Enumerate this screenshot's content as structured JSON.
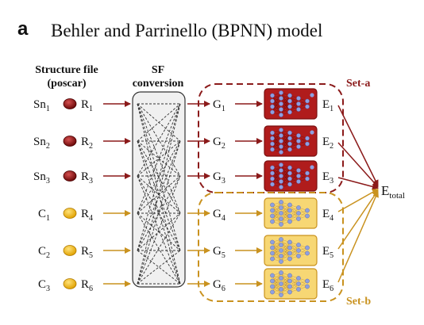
{
  "panel_letter": "a",
  "title": "Behler and Parrinello (BPNN) model",
  "headers": {
    "structure_line1": "Structure file",
    "structure_line2": "(poscar)",
    "sf_line1": "SF",
    "sf_line2": "conversion"
  },
  "atoms": [
    {
      "element": "Sn",
      "index": "1",
      "r_index": "1",
      "color": "#8b0e0e"
    },
    {
      "element": "Sn",
      "index": "2",
      "r_index": "2",
      "color": "#8b0e0e"
    },
    {
      "element": "Sn",
      "index": "3",
      "r_index": "3",
      "color": "#8b0e0e"
    },
    {
      "element": "C",
      "index": "1",
      "r_index": "4",
      "color": "#f5b800"
    },
    {
      "element": "C",
      "index": "2",
      "r_index": "5",
      "color": "#f5b800"
    },
    {
      "element": "C",
      "index": "3",
      "r_index": "6",
      "color": "#f5b800"
    }
  ],
  "descriptors": [
    {
      "letter": "G",
      "index": "1"
    },
    {
      "letter": "G",
      "index": "2"
    },
    {
      "letter": "G",
      "index": "3"
    },
    {
      "letter": "G",
      "index": "4"
    },
    {
      "letter": "G",
      "index": "5"
    },
    {
      "letter": "G",
      "index": "6"
    }
  ],
  "energies": [
    {
      "letter": "E",
      "index": "1"
    },
    {
      "letter": "E",
      "index": "2"
    },
    {
      "letter": "E",
      "index": "3"
    },
    {
      "letter": "E",
      "index": "4"
    },
    {
      "letter": "E",
      "index": "5"
    },
    {
      "letter": "E",
      "index": "6"
    }
  ],
  "set_a_label": "Set-a",
  "set_b_label": "Set-b",
  "total": {
    "letter": "E",
    "sub": "total"
  },
  "colors": {
    "sn_group": "#8b1a1a",
    "c_group": "#c9921f",
    "sn_network_fill": "#b01c1c",
    "c_network_fill": "#f7d774",
    "node": "#8ea0e0"
  }
}
